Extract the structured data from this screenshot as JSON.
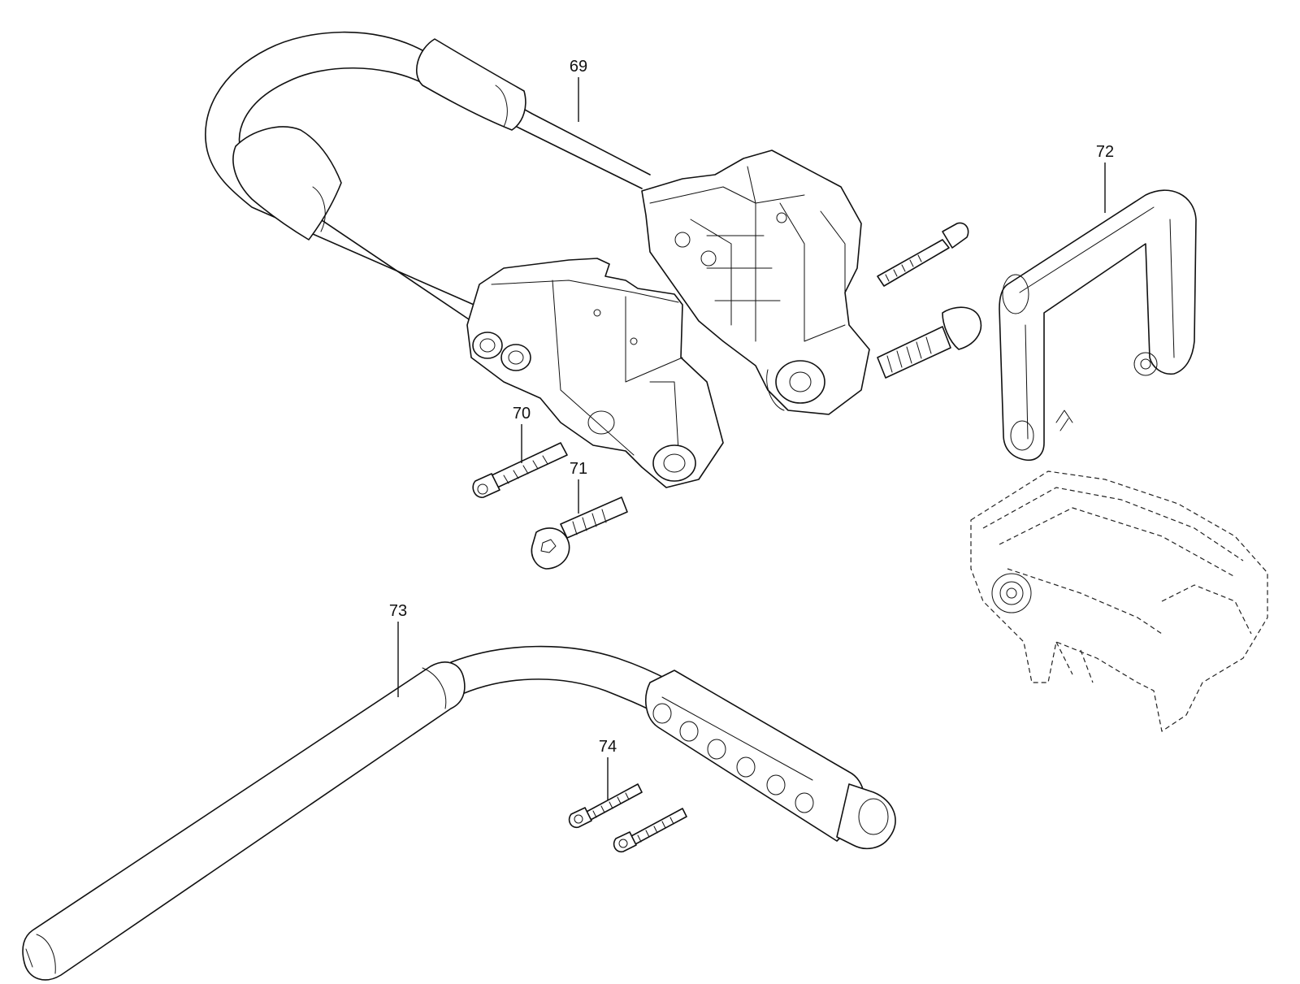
{
  "parts": [
    {
      "id": "69",
      "label": "69"
    },
    {
      "id": "70",
      "label": "70"
    },
    {
      "id": "71",
      "label": "71"
    },
    {
      "id": "72",
      "label": "72"
    },
    {
      "id": "73",
      "label": "73"
    },
    {
      "id": "74",
      "label": "74"
    }
  ],
  "colors": {
    "line": "#111111",
    "background": "#ffffff"
  }
}
